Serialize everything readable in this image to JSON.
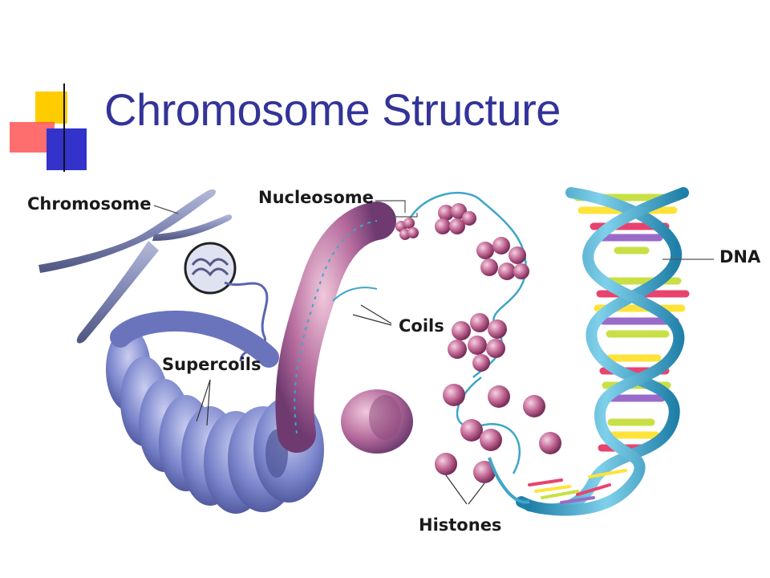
{
  "slide": {
    "title": "Chromosome Structure"
  },
  "labels": {
    "chromosome": "Chromosome",
    "nucleosome": "Nucleosome",
    "dna": "DNA",
    "coils": "Coils",
    "supercoils": "Supercoils",
    "histones": "Histones"
  },
  "colors": {
    "title": "#333399",
    "deco_yellow": "#ffcc00",
    "deco_red": "#ff3333",
    "deco_blue": "#3333cc",
    "chromosome": "#7f86b4",
    "supercoil": "#7b86cc",
    "coil": "#b46a9c",
    "histone": "#c46a96",
    "dna_backbone": "#3ea6c8"
  }
}
